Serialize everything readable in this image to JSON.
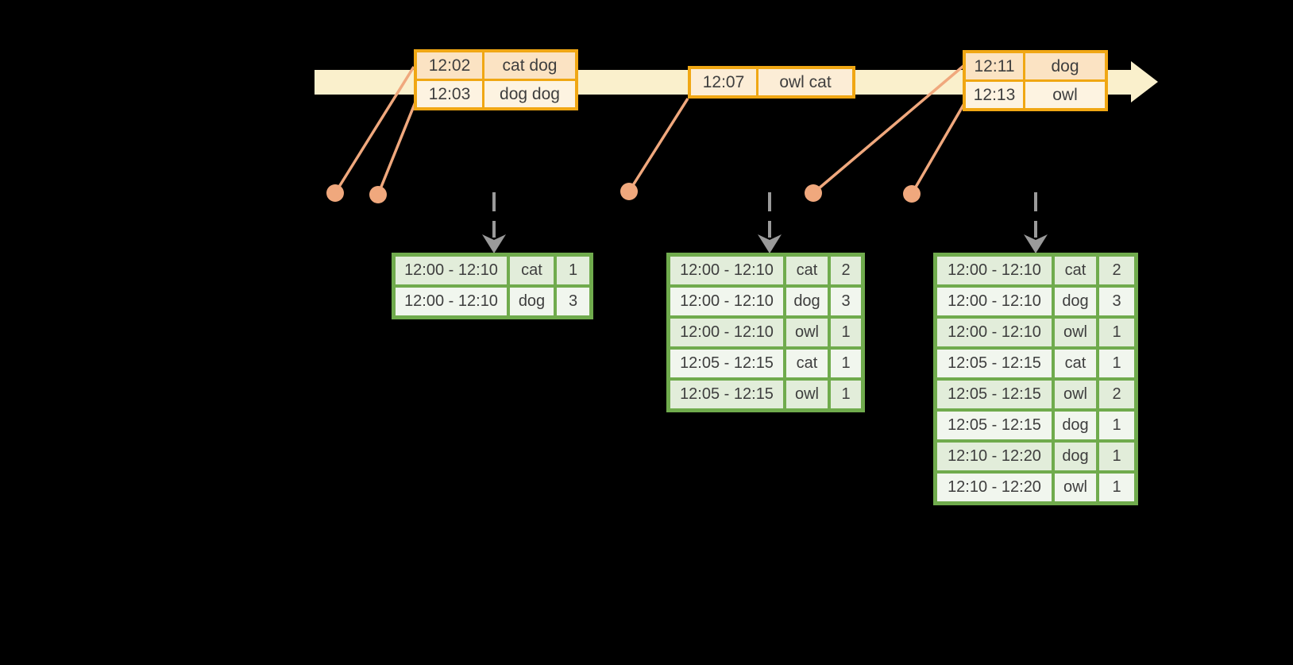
{
  "colors": {
    "background": "#000000",
    "timeline_band": "#FAF0CC",
    "event_border": "#F0A714",
    "event_row_dark": "#FBE3C3",
    "event_row_mid": "#FCEDD6",
    "event_row_light": "#FDF3E1",
    "connector": "#F0A87D",
    "trigger_arrow": "#9A9A9A",
    "table_border": "#70AB4D",
    "table_row_dark": "#E2EDDA",
    "table_row_light": "#F1F6EE",
    "text": "#3E3E3E"
  },
  "events": [
    {
      "rows": [
        {
          "time": "12:02",
          "words": "cat dog"
        },
        {
          "time": "12:03",
          "words": "dog dog"
        }
      ]
    },
    {
      "rows": [
        {
          "time": "12:07",
          "words": "owl cat"
        }
      ]
    },
    {
      "rows": [
        {
          "time": "12:11",
          "words": "dog"
        },
        {
          "time": "12:13",
          "words": "owl"
        }
      ]
    }
  ],
  "result_tables": [
    {
      "rows": [
        {
          "window": "12:00 - 12:10",
          "word": "cat",
          "count": "1"
        },
        {
          "window": "12:00 - 12:10",
          "word": "dog",
          "count": "3"
        }
      ]
    },
    {
      "rows": [
        {
          "window": "12:00 - 12:10",
          "word": "cat",
          "count": "2"
        },
        {
          "window": "12:00 - 12:10",
          "word": "dog",
          "count": "3"
        },
        {
          "window": "12:00 - 12:10",
          "word": "owl",
          "count": "1"
        },
        {
          "window": "12:05 - 12:15",
          "word": "cat",
          "count": "1"
        },
        {
          "window": "12:05 - 12:15",
          "word": "owl",
          "count": "1"
        }
      ]
    },
    {
      "rows": [
        {
          "window": "12:00 - 12:10",
          "word": "cat",
          "count": "2"
        },
        {
          "window": "12:00 - 12:10",
          "word": "dog",
          "count": "3"
        },
        {
          "window": "12:00 - 12:10",
          "word": "owl",
          "count": "1"
        },
        {
          "window": "12:05 - 12:15",
          "word": "cat",
          "count": "1"
        },
        {
          "window": "12:05 - 12:15",
          "word": "owl",
          "count": "2"
        },
        {
          "window": "12:05 - 12:15",
          "word": "dog",
          "count": "1"
        },
        {
          "window": "12:10 - 12:20",
          "word": "dog",
          "count": "1"
        },
        {
          "window": "12:10 - 12:20",
          "word": "owl",
          "count": "1"
        }
      ]
    }
  ]
}
